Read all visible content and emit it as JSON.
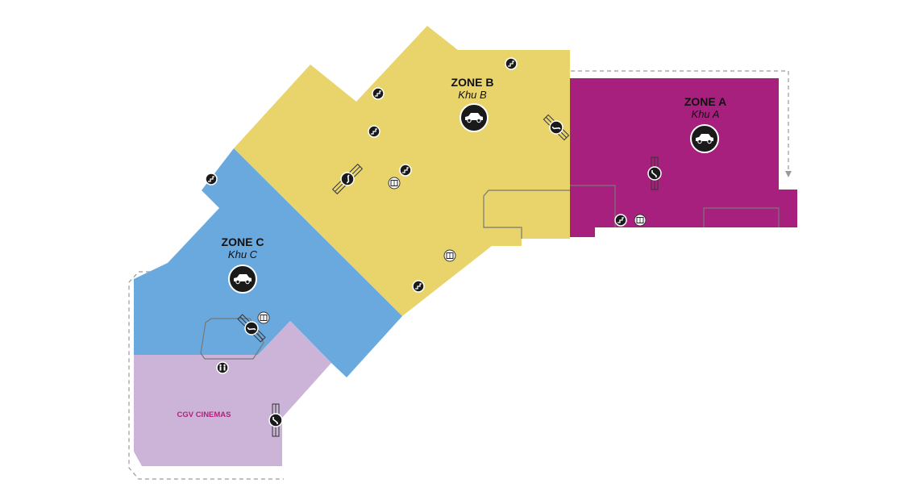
{
  "zones": {
    "a": {
      "title": "ZONE A",
      "subtitle": "Khu A",
      "color": "#a8207d"
    },
    "b": {
      "title": "ZONE B",
      "subtitle": "Khu B",
      "color": "#e8d46a"
    },
    "c": {
      "title": "ZONE C",
      "subtitle": "Khu C",
      "color": "#6aa9de"
    },
    "cinema": {
      "title": "CGV CINEMAS",
      "color": "#cbb4d8",
      "label_color": "#b0227f"
    }
  },
  "icons": {
    "parking": "car-icon",
    "escalator": "escalator-icon",
    "stairs": "stairs-icon",
    "elevator": "elevator-icon",
    "restroom": "restroom-icon"
  }
}
